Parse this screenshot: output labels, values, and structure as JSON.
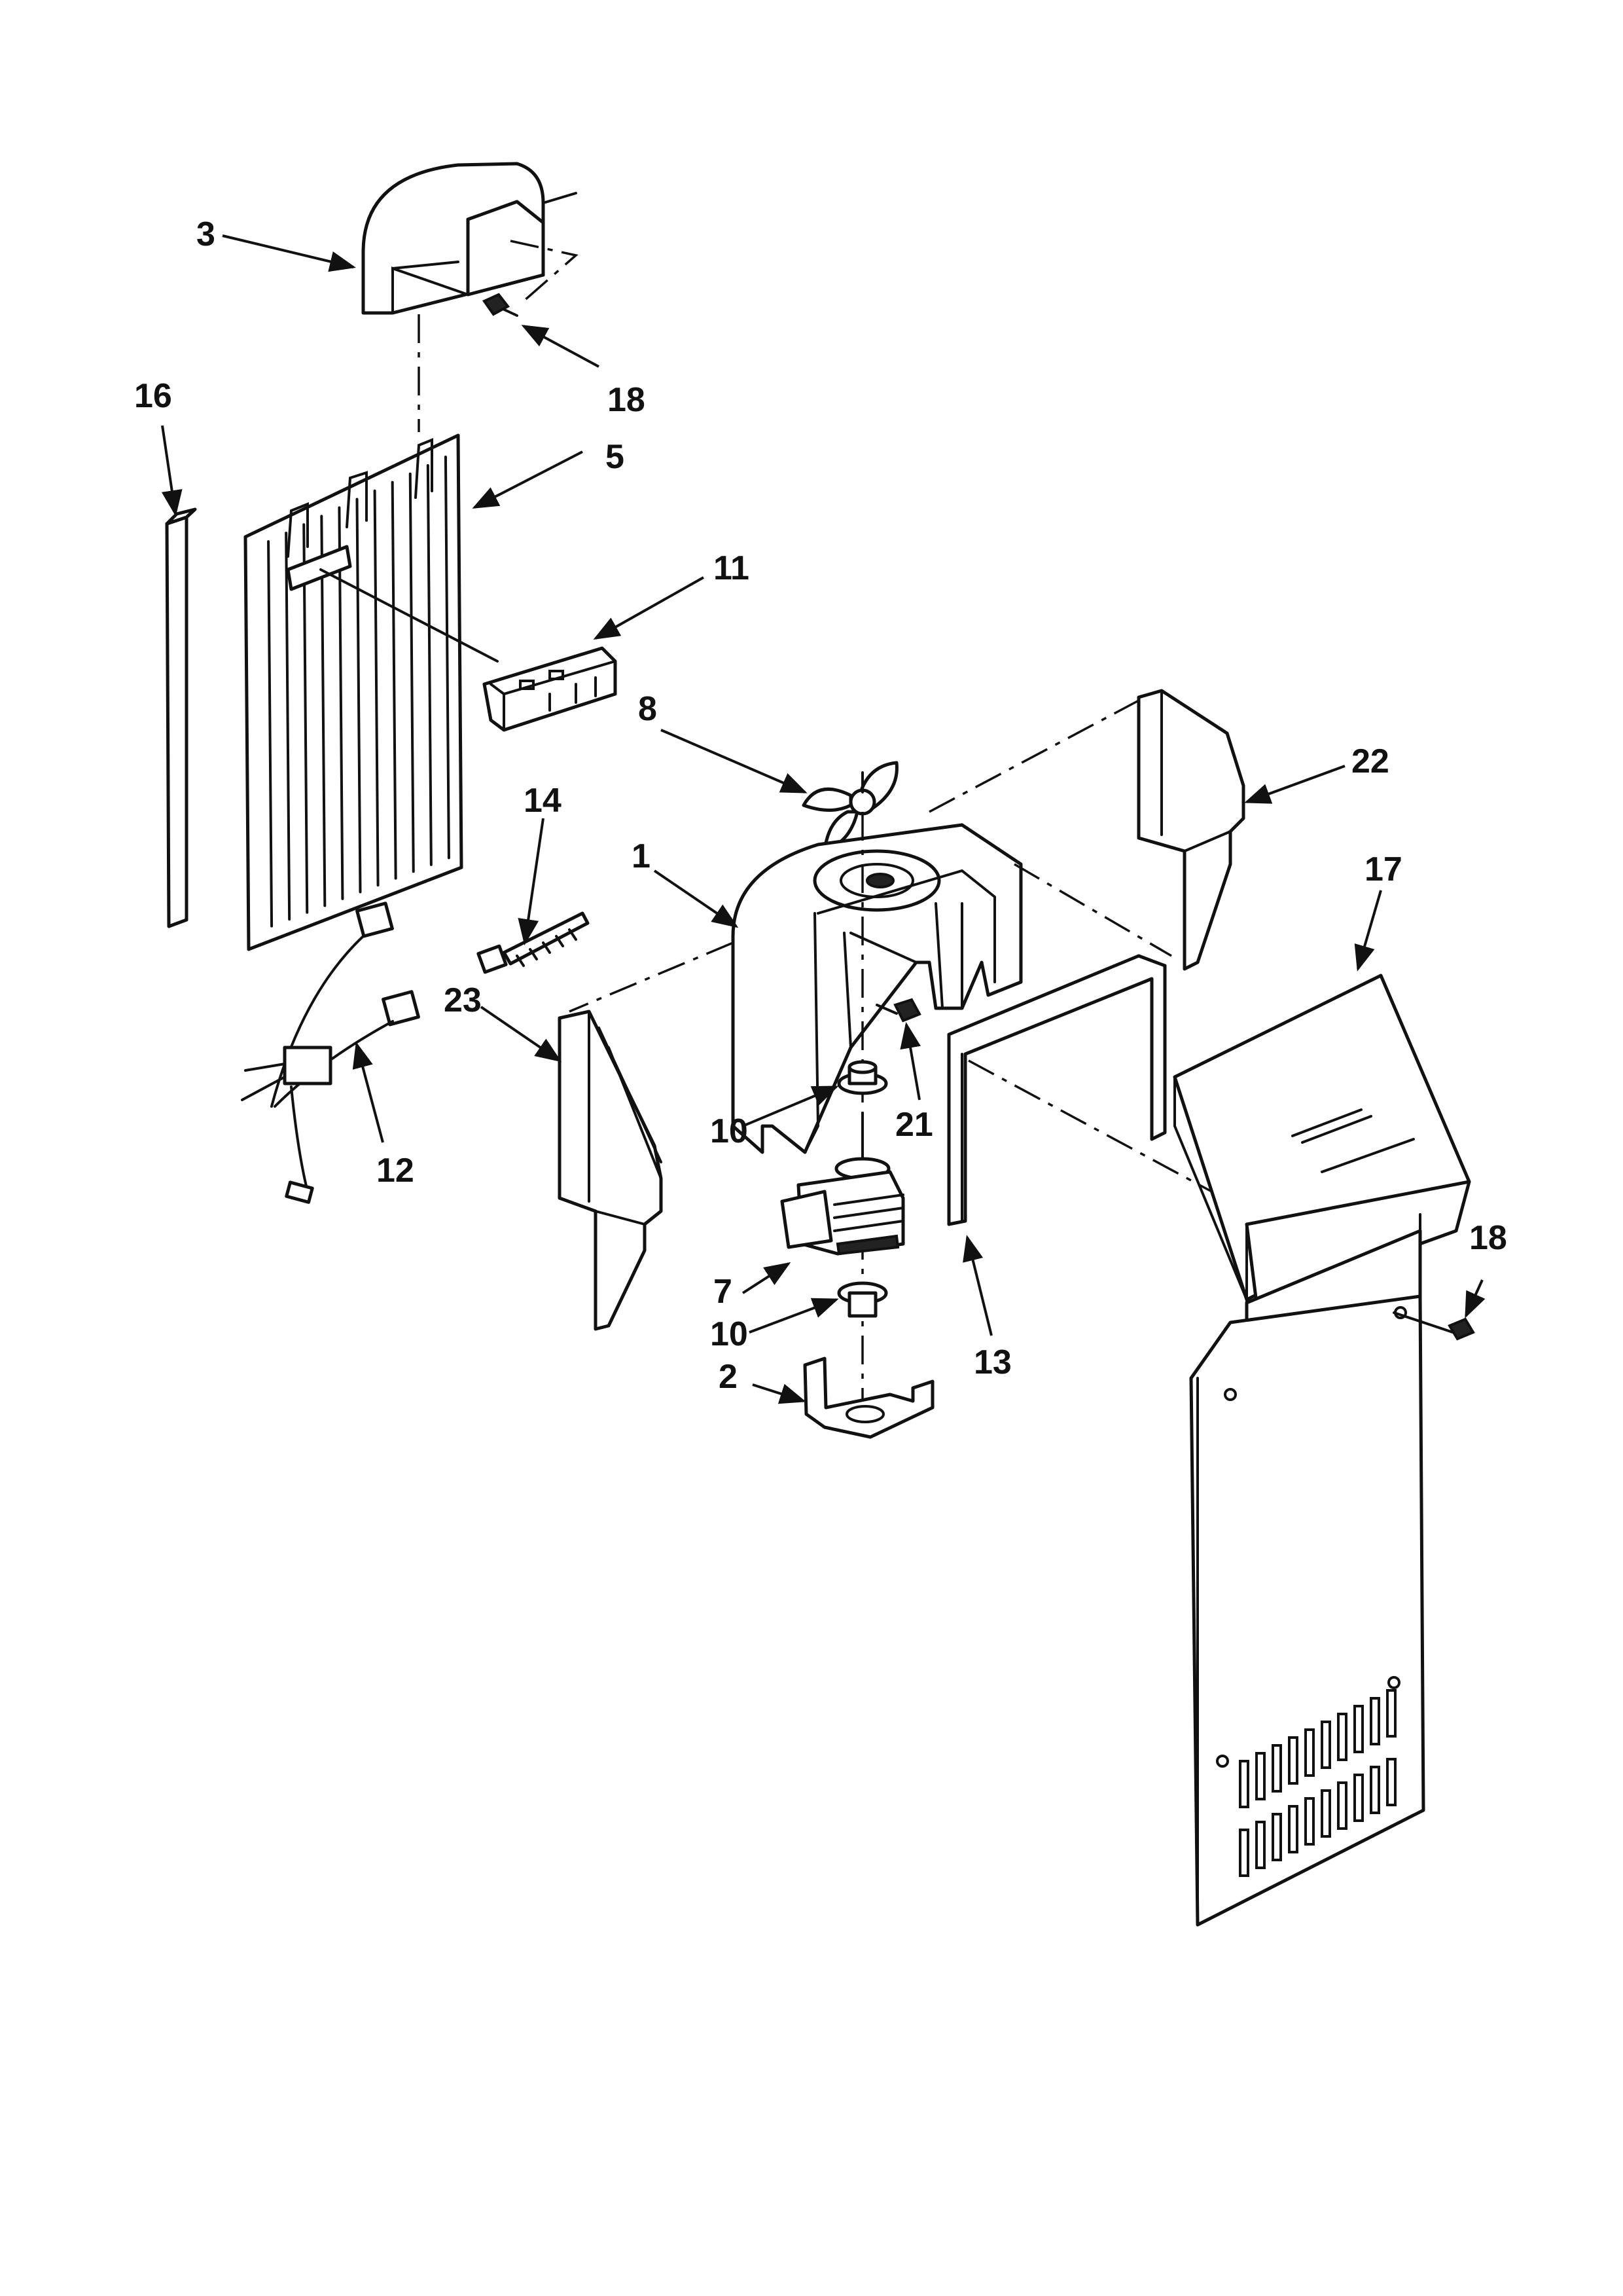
{
  "callouts": [
    {
      "id": "c3",
      "label": "3"
    },
    {
      "id": "c18a",
      "label": "18"
    },
    {
      "id": "c16",
      "label": "16"
    },
    {
      "id": "c5",
      "label": "5"
    },
    {
      "id": "c11",
      "label": "11"
    },
    {
      "id": "c8",
      "label": "8"
    },
    {
      "id": "c22",
      "label": "22"
    },
    {
      "id": "c14",
      "label": "14"
    },
    {
      "id": "c1",
      "label": "1"
    },
    {
      "id": "c17",
      "label": "17"
    },
    {
      "id": "c23",
      "label": "23"
    },
    {
      "id": "c21",
      "label": "21"
    },
    {
      "id": "c10a",
      "label": "10"
    },
    {
      "id": "c12",
      "label": "12"
    },
    {
      "id": "c18b",
      "label": "18"
    },
    {
      "id": "c7",
      "label": "7"
    },
    {
      "id": "c13",
      "label": "13"
    },
    {
      "id": "c10b",
      "label": "10"
    },
    {
      "id": "c2",
      "label": "2"
    }
  ]
}
